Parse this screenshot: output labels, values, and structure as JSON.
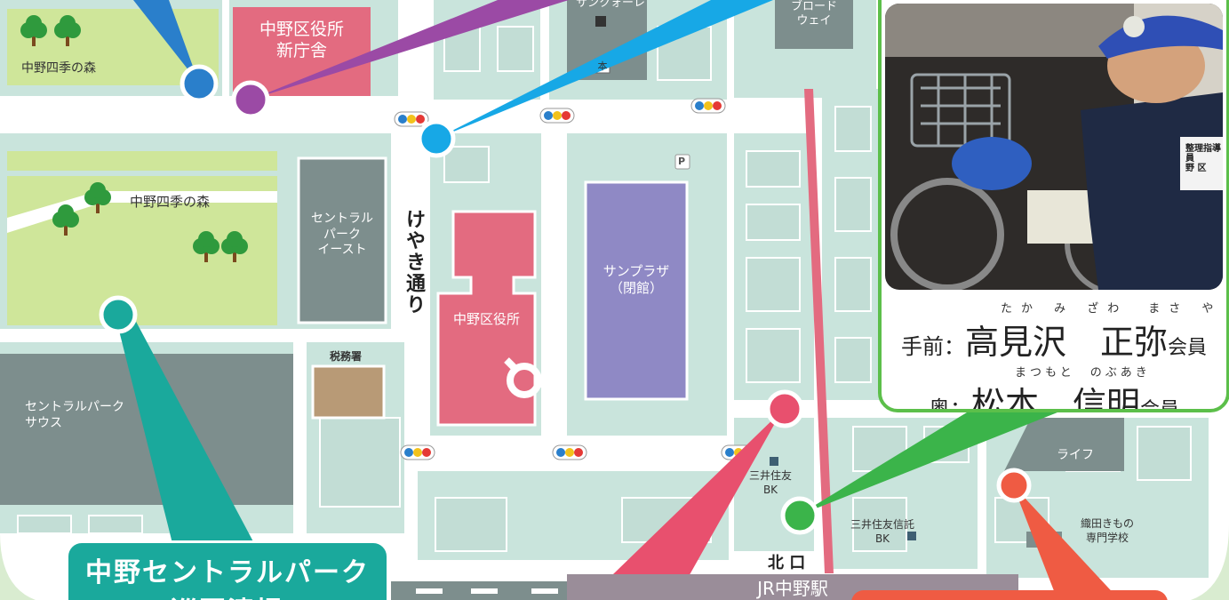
{
  "map": {
    "labels": {
      "forest_top": "中野四季の森",
      "forest_mid": "中野四季の森",
      "ward_office_new_l1": "中野区役所",
      "ward_office_new_l2": "新庁舎",
      "sunquare": "サンクォーレ",
      "hon": "本",
      "broadway_l1": "ブロード",
      "broadway_l2": "ウェイ",
      "parking": "P",
      "central_east_l1": "セントラル",
      "central_east_l2": "パーク",
      "central_east_l3": "イースト",
      "keyaki_street": "けやき通り",
      "ward_office": "中野区役所",
      "sunplaza_l1": "サンプラザ",
      "sunplaza_l2": "（閉館）",
      "tax_office": "税務署",
      "central_south_l1": "セントラルパーク",
      "central_south_l2": "サウス",
      "smbc_l1": "三井住友",
      "smbc_l2": "BK",
      "smtb_l1": "三井住友信託",
      "smtb_l2": "BK",
      "life": "ライフ",
      "oda_l1": "織田きもの",
      "oda_l2": "専門学校",
      "north_exit": "北 口",
      "jr_station": "JR中野駅"
    },
    "title_l1": "中野セントラルパーク",
    "title_l2": "巡回清掃",
    "colors": {
      "road": "#ffffff",
      "block": "#c9e4dc",
      "park": "#cfe69a",
      "pink": "#e36b80",
      "purple": "#8f89c5",
      "slate": "#7d8e8d",
      "blue_pin": "#2a7fcb",
      "violet_pin": "#9b4aa5",
      "cyan_pin": "#17a8e6",
      "teal_pin": "#1aa99c",
      "rose_pin": "#e8506e",
      "green_pin": "#3bb44a",
      "orange_pin": "#ef5b43"
    }
  },
  "card": {
    "row1_label": "手前：",
    "row1_name": "高見沢　正弥",
    "row1_title": "会員",
    "row1_ruby": "たか み ざわ　まさ や",
    "row2_label": "奥：",
    "row2_name": "松本　信明",
    "row2_title": "会員",
    "row2_ruby": "まつもと　のぶあき",
    "armband": "整理指導員",
    "armband_sub": "野 区"
  }
}
